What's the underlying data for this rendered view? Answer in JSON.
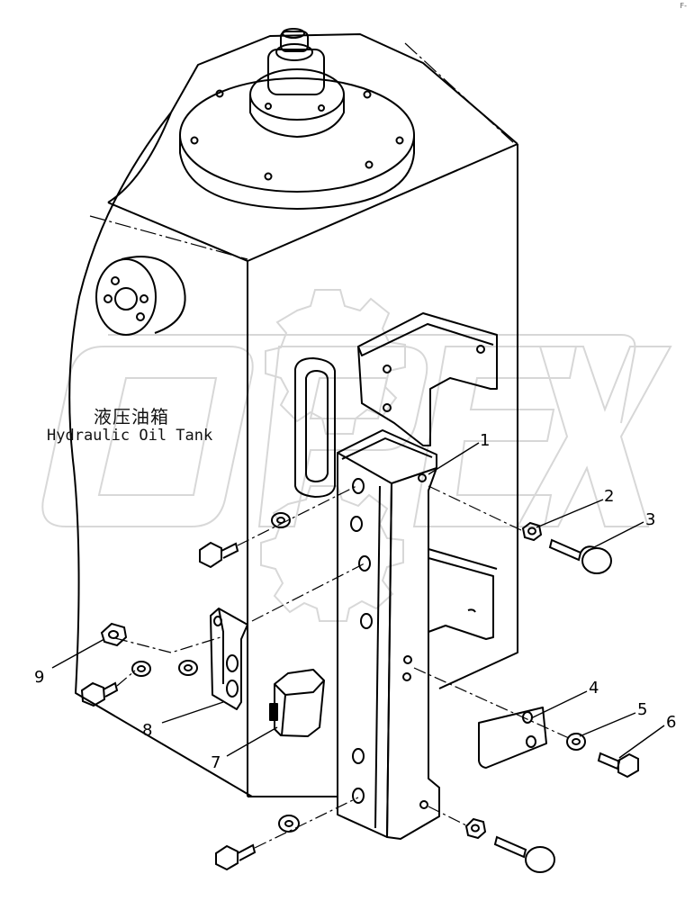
{
  "label_cn": "液压油箱",
  "label_en": "Hydraulic Oil Tank",
  "corner_mark": "F-",
  "watermark": "OPEX",
  "callouts": [
    "1",
    "2",
    "3",
    "4",
    "5",
    "6",
    "7",
    "8",
    "9"
  ]
}
